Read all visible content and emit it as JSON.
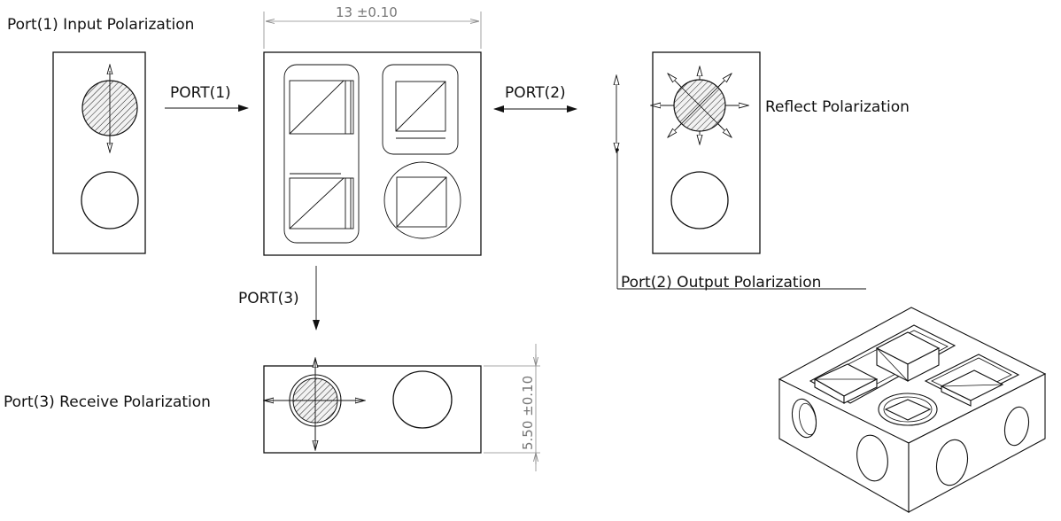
{
  "labels": {
    "port1_input": "Port(1) Input Polarization",
    "port1": "PORT(1)",
    "port2": "PORT(2)",
    "port3": "PORT(3)",
    "reflect": "Reflect Polarization",
    "port2_output": "Port(2) Output Polarization",
    "port3_receive": "Port(3) Receive Polarization"
  },
  "dimensions": {
    "width": "13 ±0.10",
    "height": "5.50 ±0.10"
  },
  "colors": {
    "line": "#111111",
    "dimension": "#8a8a8a",
    "background": "#ffffff"
  }
}
